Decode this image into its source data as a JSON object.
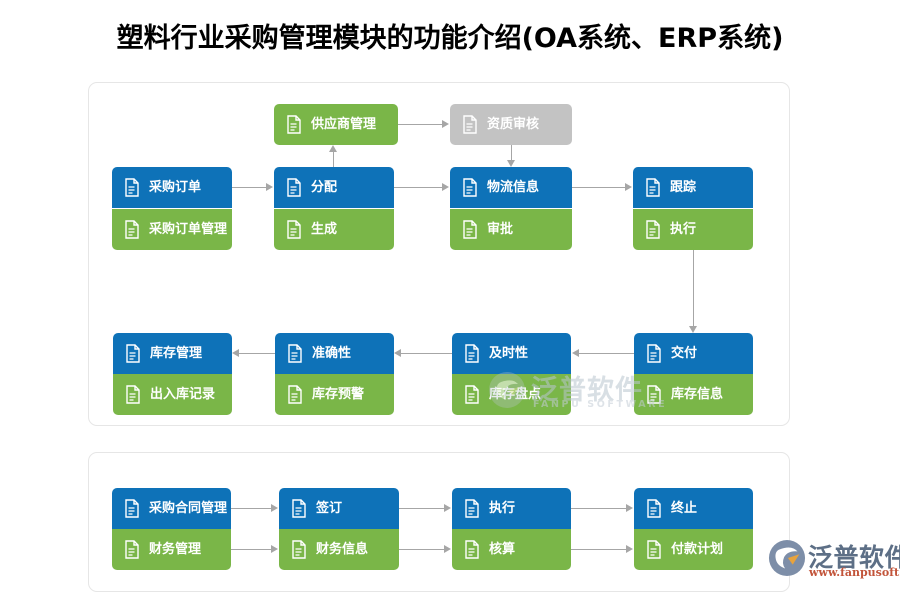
{
  "title": "塑料行业采购管理模块的功能介绍(OA系统、ERP系统)",
  "colors": {
    "blue": "#0E72B8",
    "green": "#7AB648",
    "gray": "#C3C3C3",
    "connector": "#A6A6A6",
    "panel_border": "#E6E6E6",
    "title_text": "#000000"
  },
  "icon_name": "document-icon",
  "panels": [
    {
      "name": "procurement-inventory-flow",
      "nodes": [
        {
          "id": "n-gongyingshang",
          "label": "供应商管理",
          "color": "green",
          "stack": "single"
        },
        {
          "id": "n-zizhishenhe",
          "label": "资质审核",
          "color": "gray",
          "stack": "single"
        },
        {
          "id": "n-caigoudingdan",
          "label": "采购订单",
          "color": "blue",
          "stack": "top"
        },
        {
          "id": "n-caigoudingdanglr",
          "label": "采购订单管理",
          "color": "green",
          "stack": "bottom"
        },
        {
          "id": "n-fenpei",
          "label": "分配",
          "color": "blue",
          "stack": "top"
        },
        {
          "id": "n-shengcheng",
          "label": "生成",
          "color": "green",
          "stack": "bottom"
        },
        {
          "id": "n-wuliuxinxi",
          "label": "物流信息",
          "color": "blue",
          "stack": "top"
        },
        {
          "id": "n-shenpi",
          "label": "审批",
          "color": "green",
          "stack": "bottom"
        },
        {
          "id": "n-genzong",
          "label": "跟踪",
          "color": "blue",
          "stack": "top"
        },
        {
          "id": "n-zhixing1",
          "label": "执行",
          "color": "green",
          "stack": "bottom"
        },
        {
          "id": "n-kucunguanli",
          "label": "库存管理",
          "color": "blue",
          "stack": "top"
        },
        {
          "id": "n-churukujilu",
          "label": "出入库记录",
          "color": "green",
          "stack": "bottom"
        },
        {
          "id": "n-zhunquexing",
          "label": "准确性",
          "color": "blue",
          "stack": "top"
        },
        {
          "id": "n-kucunyujing",
          "label": "库存预警",
          "color": "green",
          "stack": "bottom"
        },
        {
          "id": "n-jishixing",
          "label": "及时性",
          "color": "blue",
          "stack": "top"
        },
        {
          "id": "n-kucunpandian",
          "label": "库存盘点",
          "color": "green",
          "stack": "bottom"
        },
        {
          "id": "n-jiaofu",
          "label": "交付",
          "color": "blue",
          "stack": "top"
        },
        {
          "id": "n-kucunxinxi",
          "label": "库存信息",
          "color": "green",
          "stack": "bottom"
        }
      ]
    },
    {
      "name": "contract-finance-flow",
      "nodes": [
        {
          "id": "n-caigouhetong",
          "label": "采购合同管理",
          "color": "blue",
          "stack": "top"
        },
        {
          "id": "n-caiwuguanli",
          "label": "财务管理",
          "color": "green",
          "stack": "bottom"
        },
        {
          "id": "n-qianding",
          "label": "签订",
          "color": "blue",
          "stack": "top"
        },
        {
          "id": "n-caiwuxinxi",
          "label": "财务信息",
          "color": "green",
          "stack": "bottom"
        },
        {
          "id": "n-zhixing2",
          "label": "执行",
          "color": "blue",
          "stack": "top"
        },
        {
          "id": "n-hesuan",
          "label": "核算",
          "color": "green",
          "stack": "bottom"
        },
        {
          "id": "n-zhongzhi",
          "label": "终止",
          "color": "blue",
          "stack": "top"
        },
        {
          "id": "n-fukuanjihua",
          "label": "付款计划",
          "color": "green",
          "stack": "bottom"
        }
      ]
    }
  ],
  "watermark": {
    "text": "泛普软件",
    "sub": "FANPU SOFTWARE"
  },
  "logo": {
    "text": "泛普软件",
    "sub": "www.fanpusoft.com"
  }
}
